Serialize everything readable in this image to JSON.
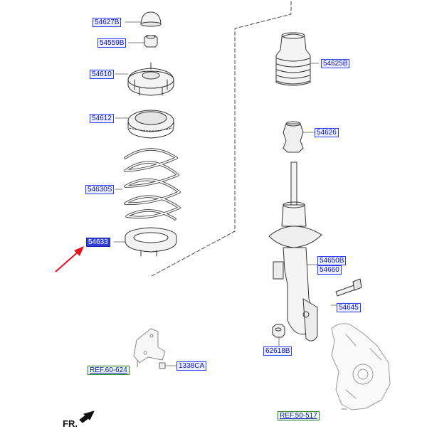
{
  "labels": {
    "p54627b": "54627B",
    "p54559b": "54559B",
    "p54610": "54610",
    "p54612": "54612",
    "p54630s": "54630S",
    "p54633": "54633",
    "p54625b": "54625B",
    "p54626": "54626",
    "p54650b": "54650B",
    "p54660": "54660",
    "p54645": "54645",
    "p62618b": "62618B",
    "p1338ca": "1338CA"
  },
  "refs": {
    "ref60624": "REF.60-624",
    "ref50517": "REF.50-517"
  },
  "orientation": "FR.",
  "colors": {
    "label_text": "#0a0fb5",
    "label_border": "#2a3cff",
    "highlight": "#2f3ed8",
    "ref_border": "#2f7d2f",
    "arrow": "#e8101a"
  }
}
